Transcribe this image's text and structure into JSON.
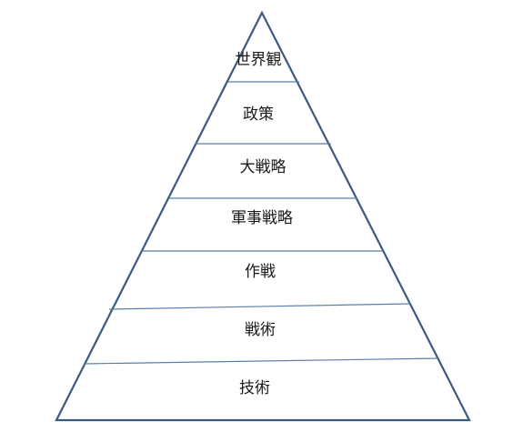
{
  "pyramid": {
    "levels": [
      {
        "label": "世界観"
      },
      {
        "label": "政策"
      },
      {
        "label": "大戦略"
      },
      {
        "label": "軍事戦略"
      },
      {
        "label": "作戦"
      },
      {
        "label": "戦術"
      },
      {
        "label": "技術"
      }
    ]
  }
}
